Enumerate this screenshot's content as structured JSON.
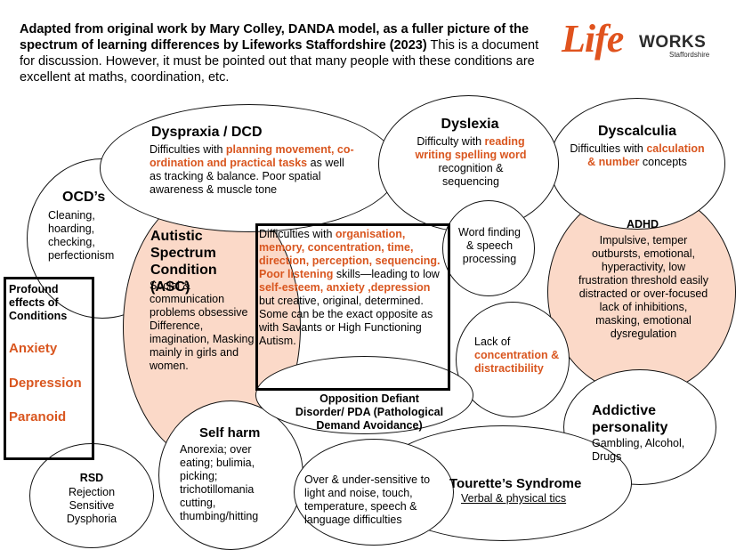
{
  "header": {
    "bold_text": "Adapted from original work by Mary Colley, DANDA model, as a fuller picture of the spectrum of learning differences by Lifeworks Staffordshire (2023)",
    "normal_text": " This is a document for discussion. However, it must be pointed out that many people with these conditions are excellent at maths, coordination, etc."
  },
  "logo": {
    "life": "Life",
    "works": "WORKS",
    "staffordshire": "Staffordshire"
  },
  "colors": {
    "accent": "#d9561f",
    "peach": "#fbd9c8",
    "logo_orange": "#e0531e"
  },
  "dyspraxia": {
    "title": "Dyspraxia / DCD",
    "t1": "Difficulties with ",
    "hl1": "planning movement, co-ordination and practical tasks",
    "t2": " as well as tracking & balance. Poor spatial awareness  & muscle tone"
  },
  "dyslexia": {
    "title": "Dyslexia",
    "t1": "Difficulty with ",
    "hl1": "reading writing spelling word",
    "t2": " recognition & sequencing"
  },
  "dyscalculia": {
    "title": "Dyscalculia",
    "t1": "Difficulties with ",
    "hl1": "calculation & number",
    "t2": " concepts"
  },
  "ocd": {
    "title": "OCD’s",
    "text": "Cleaning, hoarding, checking, perfectionism"
  },
  "autism": {
    "title": "Autistic Spectrum Condition (ASC)",
    "text": "Social & communication problems obsessive Difference, imagination, Masking mainly in girls and women."
  },
  "executive": {
    "t1": "Difficulties with ",
    "hl1": "organisation, memory, concentration, time, direction, perception, sequencing. Poor listening",
    "t2": " skills—leading to low ",
    "hl2": "self-esteem, anxiety ,depression",
    "t3": " but creative, original, determined. Some can be the exact opposite as with Savants or High Functioning Autism."
  },
  "word_finding": {
    "text": "Word finding & speech processing"
  },
  "adhd": {
    "title": "ADHD",
    "text": "Impulsive, temper outbursts, emotional, hyperactivity, low frustration threshold easily distracted or over-focused lack of inhibitions, masking, emotional dysregulation"
  },
  "profound": {
    "title": "Profound effects of Conditions",
    "items": [
      "Anxiety",
      "Depression",
      "Paranoid"
    ]
  },
  "concentration": {
    "t1": "Lack of ",
    "hl1": "concentration & distractibility"
  },
  "odd": {
    "text": "Opposition Defiant Disorder/ PDA (Pathological Demand Avoidance)"
  },
  "addictive": {
    "title": "Addictive personality",
    "text": "Gambling, Alcohol, Drugs"
  },
  "selfharm": {
    "title": "Self harm",
    "text": "Anorexia; over eating; bulimia, picking; trichotillomania cutting, thumbing/hitting"
  },
  "rsd": {
    "title": "RSD",
    "text": "Rejection Sensitive Dysphoria"
  },
  "sensory": {
    "text": "Over & under-sensitive to light and noise, touch, temperature, speech & language difficulties"
  },
  "tourette": {
    "title": "Tourette’s Syndrome",
    "text": "Verbal & physical tics"
  }
}
